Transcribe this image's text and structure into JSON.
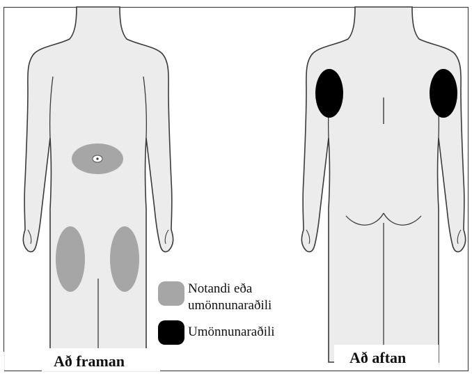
{
  "figure": {
    "front_caption": "Að framan",
    "back_caption": "Að aftan"
  },
  "legend": {
    "items": [
      {
        "label_line1": "Notandi eða",
        "label_line2": "umönnunaraðili",
        "color": "#a6a6a6"
      },
      {
        "label_line1": "Umönnunaraðili",
        "label_line2": "",
        "color": "#000000"
      }
    ]
  },
  "colors": {
    "body_fill": "#ececec",
    "body_outline": "#3a3a3a",
    "zone_self_or_caregiver": "#a6a6a6",
    "zone_caregiver_only": "#000000"
  }
}
